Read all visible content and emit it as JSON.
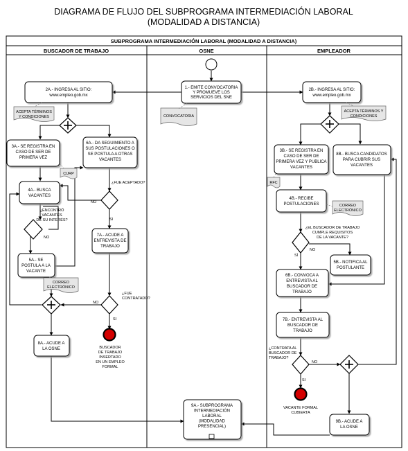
{
  "title": {
    "line1": "DIAGRAMA DE FLUJO DEL SUBPROGRAMA INTERMEDIACIÓN LABORAL",
    "line2": "(MODALIDAD A DISTANCIA)"
  },
  "pool_header": "SUBPROGRAMA INTERMEDIACIÓN LABORAL (MODALIDAD A DISTANCIA)",
  "lanes": {
    "buscador": "BUSCADOR DE TRABAJO",
    "osne": "OSNE",
    "empleador": "EMPLEADOR"
  },
  "boxes": {
    "b1": [
      "1.- EMITE CONVOCATORIA",
      "Y PROMUEVE  LOS",
      "SERVICIOS DEL SNE"
    ],
    "b2a": [
      "2A.- INGRESA AL SITIO:",
      "www.empleo.gob.mx"
    ],
    "b2b": [
      "2B.- INGRESA AL SITIO:",
      "www.empleo.gob.mx"
    ],
    "b3a": [
      "3A.- SE REGISTRA EN",
      "CASO DE SER DE",
      "PRIMERA VEZ"
    ],
    "b6a": [
      "6A.- DA SEGUIMIENTO A",
      "SUS POSTULACIONES O",
      "SE POSTULA A OTRAS",
      "VACANTES"
    ],
    "b4a": [
      "4A.- BUSCA",
      "VACANTES"
    ],
    "b5a": [
      "5A.- SE",
      "POSTULA A LA",
      "VACANTE"
    ],
    "b7a": [
      "7A.- ACUDE A",
      "ENTREVISTA DE",
      "TRABAJO"
    ],
    "b8a": [
      "8A.- ACUDE A",
      "LA OSNE"
    ],
    "b9a": [
      "9A.- SUBPROGRAMA",
      "INTERMEDIACIÓN",
      "LABORAL",
      "(MODALIDAD",
      "PRESENCIAL)"
    ],
    "b3b": [
      "3B.- SE REGISTRA EN",
      "CASO DE SER DE",
      "PRIMERA VEZ Y PUBLICA",
      "VACANTES"
    ],
    "b8b": [
      "8B.- BUSCA CANDIDATOS",
      "PARA CUBRIR SUS",
      "VACANTES"
    ],
    "b4b": [
      "4B.- RECIBE",
      "POSTULACIONES"
    ],
    "b5b": [
      "5B.- NOTIFICA AL",
      "POSTULANTE"
    ],
    "b6b": [
      "6B.- CONVOCA A",
      "ENTREVISTA AL",
      "BUSCADOR DE",
      "TRABAJO"
    ],
    "b7b": [
      "7B.- ENTREVISTA AL",
      "BUSCADOR DE",
      "TRABAJO"
    ],
    "b9b": [
      "9B.- ACUDE A",
      "LA OSNE"
    ]
  },
  "documents": {
    "convocatoria": "CONVOCATORIA",
    "acepta_a": [
      "ACEPTA TÉRMINOS",
      "Y CONDICIONES"
    ],
    "acepta_b": [
      "ACEPTA TÉRMINOS Y",
      "CONDICIONES"
    ],
    "curp": "CURP",
    "rfc": "RFC",
    "correo_a": [
      "CORREO",
      "ELECTRÓNICO"
    ],
    "correo_b": [
      "CORREO",
      "ELECTRÓNICO"
    ]
  },
  "questions": {
    "fue_aceptado": "¿FUE ACEPTADO?",
    "encontro": [
      "¿ENCONTRÓ",
      "VACANTES",
      "DE SU INTERÉS?"
    ],
    "fue_contratado": [
      "¿FUE",
      "CONTRATADO?"
    ],
    "cumple": [
      "¿EL BUSCADOR DE TRABAJO",
      "CUMPLE REQUISITOS",
      "DE LA VACANTE?"
    ],
    "contrata": [
      "¿CONTRATA AL",
      "BUSCADOR DE",
      "TRABAJO?"
    ]
  },
  "answers": {
    "si": "SI",
    "no": "NO",
    "si_acc": "SÍ"
  },
  "ends": {
    "buscador": [
      "BUSCADOR",
      "DE TRABAJO",
      "INSERTADO",
      "EN UN EMPLEO",
      "FORMAL"
    ],
    "vacante": [
      "VACANTE FORMAL",
      "CUBIERTA"
    ]
  }
}
